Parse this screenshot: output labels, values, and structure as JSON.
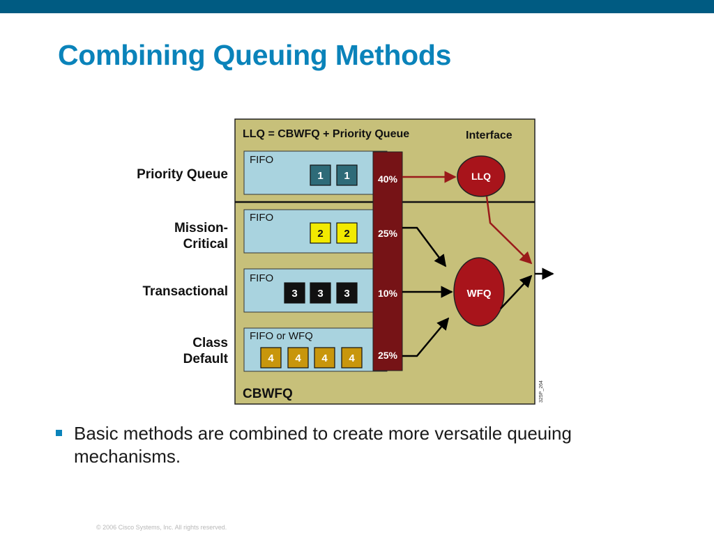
{
  "slide": {
    "title": "Combining Queuing Methods",
    "bullets": [
      "Basic methods are combined to create more versatile queuing mechanisms."
    ],
    "footer": "© 2006 Cisco Systems, Inc. All rights reserved."
  },
  "diagram": {
    "header": "LLQ = CBWFQ + Priority Queue",
    "interface_label": "Interface",
    "cbwfq_label": "CBWFQ",
    "figure_id": "325P_264",
    "classes": [
      {
        "name": "Priority Queue",
        "queue": "FIFO",
        "packets": [
          "1",
          "1"
        ],
        "packet_color": "#2e6b78",
        "share": "40%"
      },
      {
        "name": "Mission-Critical",
        "name_lines": [
          "Mission-",
          "Critical"
        ],
        "queue": "FIFO",
        "packets": [
          "2",
          "2"
        ],
        "packet_color": "#f2ea00",
        "share": "25%"
      },
      {
        "name": "Transactional",
        "queue": "FIFO",
        "packets": [
          "3",
          "3",
          "3"
        ],
        "packet_color": "#111111",
        "share": "10%"
      },
      {
        "name": "Class Default",
        "name_lines": [
          "Class",
          "Default"
        ],
        "queue": "FIFO or WFQ",
        "packets": [
          "4",
          "4",
          "4",
          "4"
        ],
        "packet_color": "#c8960c",
        "share": "25%"
      }
    ],
    "schedulers": {
      "llq": "LLQ",
      "wfq": "WFQ"
    },
    "colors": {
      "panel": "#c7c07a",
      "queue_box": "#a9d3df",
      "bandwidth_bar": "#761316",
      "scheduler": "#a8141b",
      "arrow_red": "#9a1a1a"
    }
  }
}
